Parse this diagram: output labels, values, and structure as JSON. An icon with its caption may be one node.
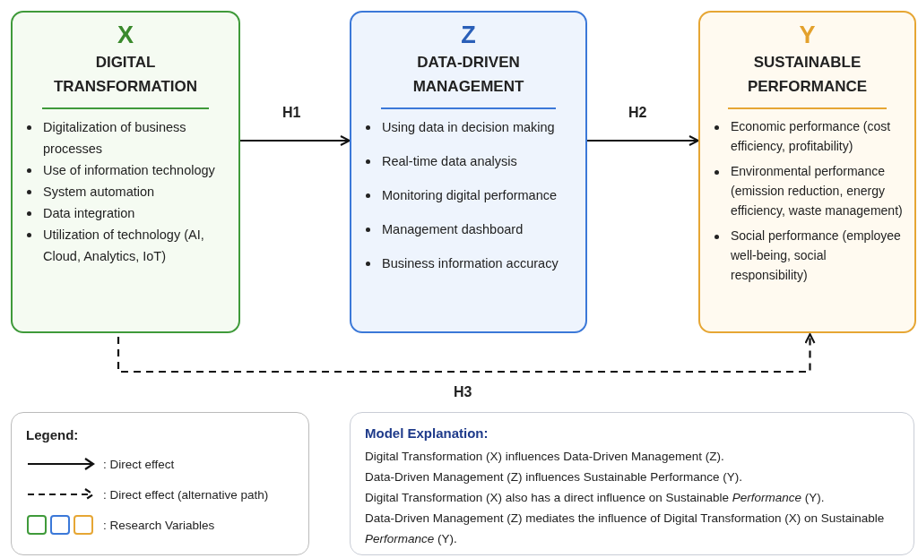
{
  "diagram": {
    "nodes": [
      {
        "text": [
          "X",
          "DIGITAL TRANSFORMATION",
          "Digitalization of business processes",
          "Use of information technology",
          "System automation",
          "Data integration",
          "Utilization of technology (AI, Cloud, Analytics, IoT)"
        ]
      },
      {
        "text": [
          "Z",
          "DATA-DRIVEN MANAGEMENT",
          "Using data in decision making",
          "Real-time data analysis",
          "Monitoring digital performance",
          "Management dashboard",
          "Business information accuracy"
        ]
      },
      {
        "text": [
          "Y",
          "SUSTAINABLE PERFORMANCE",
          "Economic performance (cost efficiency, profitability)",
          "Environmental performance (emission reduction, energy efficiency, waste management)",
          "Social performance (employee well-being, social responsibility)"
        ]
      },
      {
        "text": [
          "Legend:"
        ]
      },
      {
        "text": [
          "Model Explanation:",
          "Digital Transformation (X) influences Data-Driven Management (Z).",
          "Data-Driven Management (Z) influences Sustainable Performance (Y).",
          "Digital Transformation (X) also has a direct influence on Sustainable *Performance* (Y).",
          "Data-Driven Management (Z) mediates the influence of Digital Transformation (X) on Sustainable *Performance* (Y)."
        ]
      }
    ],
    "edges": [
      {
        "from": 0,
        "to": 1,
        "arrow": "to",
        "label": "H1"
      },
      {
        "from": 1,
        "to": 2,
        "arrow": "to",
        "label": "H2"
      },
      {
        "from": 0,
        "to": 2,
        "arrow": "to",
        "label": "H3",
        "style": "dashed"
      }
    ],
    "legend": [
      {
        "text": ": Direct effect"
      },
      {
        "text": ": Direct effect (alternative path)"
      },
      {
        "text": ": Research Variables"
      }
    ]
  }
}
